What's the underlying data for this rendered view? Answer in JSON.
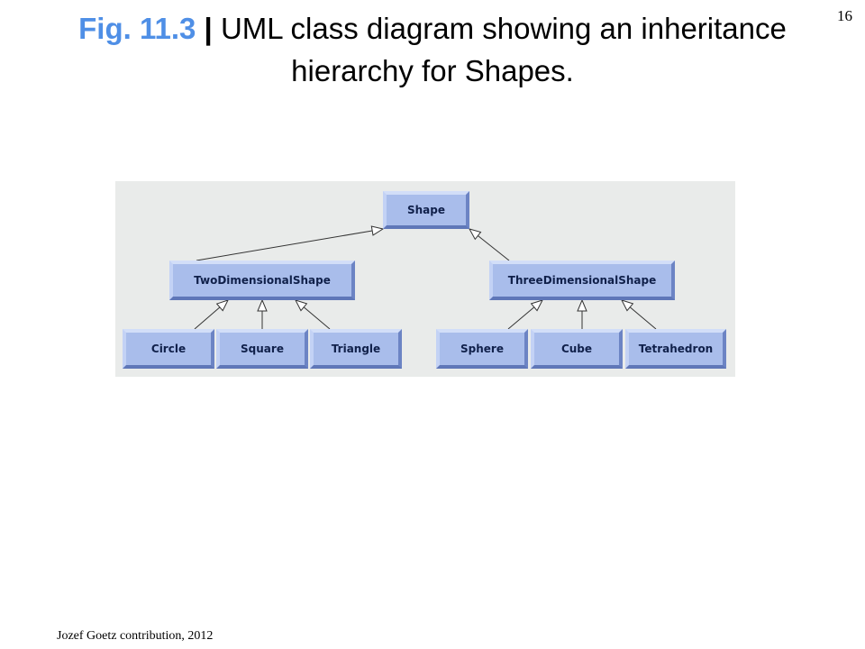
{
  "slide": {
    "number": "16",
    "title_fig": "Fig. 11.3",
    "title_separator": "|",
    "title_text": "UML class diagram showing an inheritance hierarchy for Shapes.",
    "footer": "Jozef Goetz contribution, 2012"
  },
  "diagram": {
    "colors": {
      "panel": "#e9ebea",
      "box": "#a9bdeb",
      "line": "#333333"
    },
    "classes": {
      "shape": "Shape",
      "two_d": "TwoDimensionalShape",
      "three_d": "ThreeDimensionalShape",
      "circle": "Circle",
      "square": "Square",
      "triangle": "Triangle",
      "sphere": "Sphere",
      "cube": "Cube",
      "tetrahedron": "Tetrahedron"
    },
    "generalizations": [
      [
        "two_d",
        "shape"
      ],
      [
        "three_d",
        "shape"
      ],
      [
        "circle",
        "two_d"
      ],
      [
        "square",
        "two_d"
      ],
      [
        "triangle",
        "two_d"
      ],
      [
        "sphere",
        "three_d"
      ],
      [
        "cube",
        "three_d"
      ],
      [
        "tetrahedron",
        "three_d"
      ]
    ]
  }
}
